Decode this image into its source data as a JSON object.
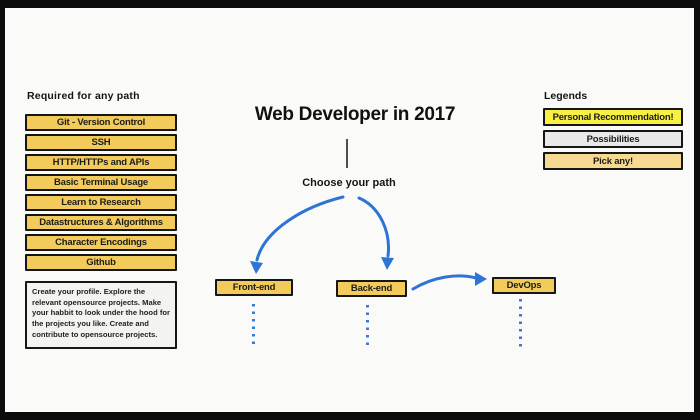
{
  "title": "Web Developer in 2017",
  "subtitle": "Choose your path",
  "required_section": {
    "heading": "Required for any path",
    "items": [
      "Git - Version Control",
      "SSH",
      "HTTP/HTTPs and APIs",
      "Basic Terminal Usage",
      "Learn to Research",
      "Datastructures & Algorithms",
      "Character Encodings",
      "Github"
    ],
    "note": "Create your profile. Explore the relevant opensource projects. Make your habbit to look under the hood for the projects you like. Create and contribute to opensource projects."
  },
  "paths": [
    "Front-end",
    "Back-end",
    "DevOps"
  ],
  "legends": {
    "heading": "Legends",
    "items": [
      {
        "label": "Personal Recommendation!",
        "color": "#F8F143"
      },
      {
        "label": "Possibilities",
        "color": "#E9E9E9"
      },
      {
        "label": "Pick any!",
        "color": "#F6DA92"
      }
    ]
  },
  "colors": {
    "node_fill": "#F2CB5A",
    "arrow_blue": "#2E74D5",
    "background": "#FAFAF8",
    "frame": "#0C0C0C",
    "border": "#161616"
  }
}
